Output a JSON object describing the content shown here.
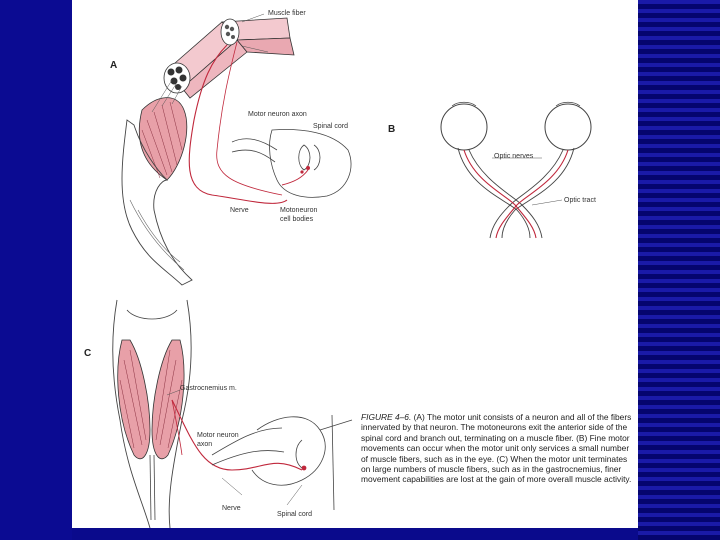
{
  "figure": {
    "panel_labels": [
      "A",
      "B",
      "C"
    ],
    "labels_a": {
      "muscle_fiber": "Muscle fiber",
      "motor_neuron_axon": "Motor neuron axon",
      "spinal_cord": "Spinal cord",
      "nerve": "Nerve",
      "motoneuron_cell_bodies_1": "Motoneuron",
      "motoneuron_cell_bodies_2": "cell bodies"
    },
    "labels_b": {
      "optic_nerves": "Optic nerves",
      "optic_tract": "Optic tract"
    },
    "labels_c": {
      "gastrocnemius": "Gastrocnemius m.",
      "motor_neuron_axon_1": "Motor neuron",
      "motor_neuron_axon_2": "axon",
      "nerve": "Nerve",
      "spinal_cord": "Spinal cord"
    },
    "caption": {
      "figure_number": "FIGURE 4–6.",
      "text": " (A) The motor unit consists of a neuron and all of the fibers innervated by that neuron. The motoneurons exit the anterior side of the spinal cord and branch out, terminating on a muscle fiber. (B) Fine motor movements can occur when the motor unit only services a small number of muscle fibers, such as in the eye. (C) When the motor unit terminates on large numbers of muscle fibers, such as in the gastrocnemius, finer movement capabilities are lost at the gain of more overall muscle activity."
    }
  },
  "colors": {
    "background": "#0a0a8c",
    "stripe_light": "#1a1aa8",
    "stripe_dark": "#05056e",
    "slide": "#ffffff",
    "nerve_red": "#c0283c",
    "muscle_pink": "#e8a0a8"
  }
}
